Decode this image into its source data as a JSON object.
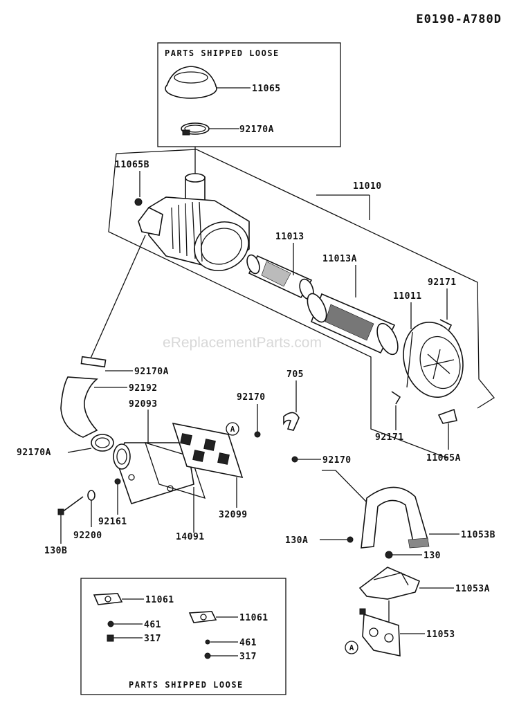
{
  "diagram_code": "E0190-A780D",
  "watermark": "eReplacementParts.com",
  "boxes": {
    "top_title": "PARTS SHIPPED LOOSE",
    "bottom_title": "PARTS SHIPPED LOOSE"
  },
  "ref_marker": "A",
  "labels": {
    "p11065": "11065",
    "p92170A_top": "92170A",
    "p11065B": "11065B",
    "p11010": "11010",
    "p11013": "11013",
    "p11013A": "11013A",
    "p92171_top": "92171",
    "p11011": "11011",
    "p92170A_mid": "92170A",
    "p92192": "92192",
    "p92093": "92093",
    "p92170_a": "92170",
    "p705": "705",
    "p92170A_left": "92170A",
    "p92171_bot": "92171",
    "p11065A": "11065A",
    "p92170_b": "92170",
    "p92161": "92161",
    "p92200": "92200",
    "p130B": "130B",
    "p14091": "14091",
    "p32099": "32099",
    "p11053B": "11053B",
    "p130A": "130A",
    "p130": "130",
    "p11053A": "11053A",
    "p11053": "11053",
    "p11061_a": "11061",
    "p461_a": "461",
    "p317_a": "317",
    "p11061_b": "11061",
    "p461_b": "461",
    "p317_b": "317"
  }
}
